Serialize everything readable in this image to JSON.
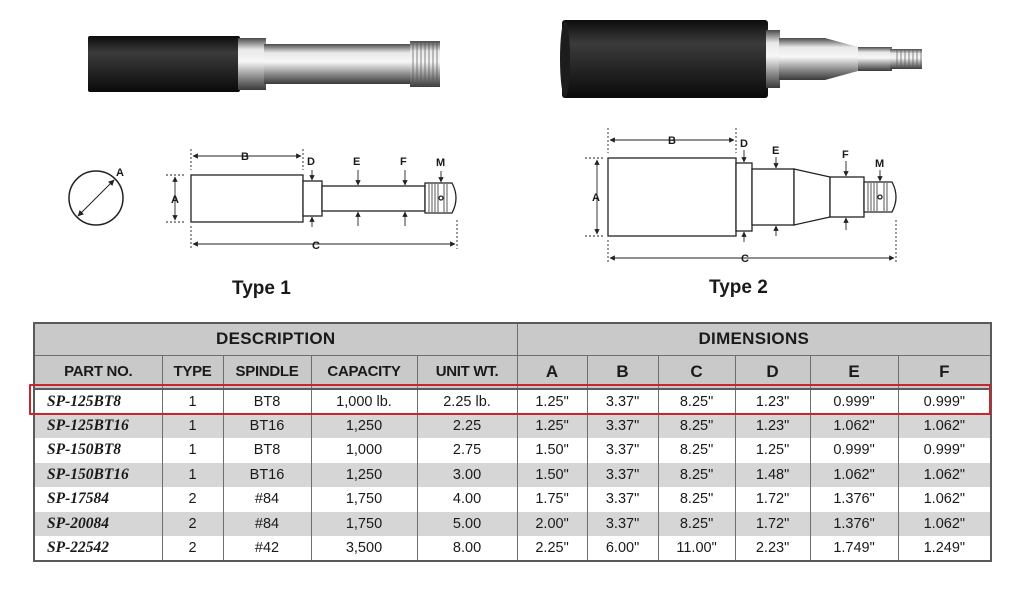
{
  "figures": {
    "type1_label": "Type 1",
    "type2_label": "Type 2",
    "dimension_letters": {
      "a": "A",
      "b": "B",
      "c": "C",
      "d": "D",
      "e": "E",
      "f": "F",
      "m": "M"
    }
  },
  "table": {
    "group_headers": {
      "description": "DESCRIPTION",
      "dimensions": "DIMENSIONS"
    },
    "columns": [
      "PART NO.",
      "TYPE",
      "SPINDLE",
      "CAPACITY",
      "UNIT WT.",
      "A",
      "B",
      "C",
      "D",
      "E",
      "F"
    ],
    "rows": [
      [
        "SP-125BT8",
        "1",
        "BT8",
        "1,000 lb.",
        "2.25 lb.",
        "1.25\"",
        "3.37\"",
        "8.25\"",
        "1.23\"",
        "0.999\"",
        "0.999\""
      ],
      [
        "SP-125BT16",
        "1",
        "BT16",
        "1,250",
        "2.25",
        "1.25\"",
        "3.37\"",
        "8.25\"",
        "1.23\"",
        "1.062\"",
        "1.062\""
      ],
      [
        "SP-150BT8",
        "1",
        "BT8",
        "1,000",
        "2.75",
        "1.50\"",
        "3.37\"",
        "8.25\"",
        "1.25\"",
        "0.999\"",
        "0.999\""
      ],
      [
        "SP-150BT16",
        "1",
        "BT16",
        "1,250",
        "3.00",
        "1.50\"",
        "3.37\"",
        "8.25\"",
        "1.48\"",
        "1.062\"",
        "1.062\""
      ],
      [
        "SP-17584",
        "2",
        "#84",
        "1,750",
        "4.00",
        "1.75\"",
        "3.37\"",
        "8.25\"",
        "1.72\"",
        "1.376\"",
        "1.062\""
      ],
      [
        "SP-20084",
        "2",
        "#84",
        "1,750",
        "5.00",
        "2.00\"",
        "3.37\"",
        "8.25\"",
        "1.72\"",
        "1.376\"",
        "1.062\""
      ],
      [
        "SP-22542",
        "2",
        "#42",
        "3,500",
        "8.00",
        "2.25\"",
        "6.00\"",
        "11.00\"",
        "2.23\"",
        "1.749\"",
        "1.249\""
      ]
    ],
    "highlighted_row": 0,
    "colors": {
      "header_fill": "#c9c9c9",
      "shaded_row_fill": "#d6d6d6",
      "highlight_border": "#c8262c"
    }
  }
}
